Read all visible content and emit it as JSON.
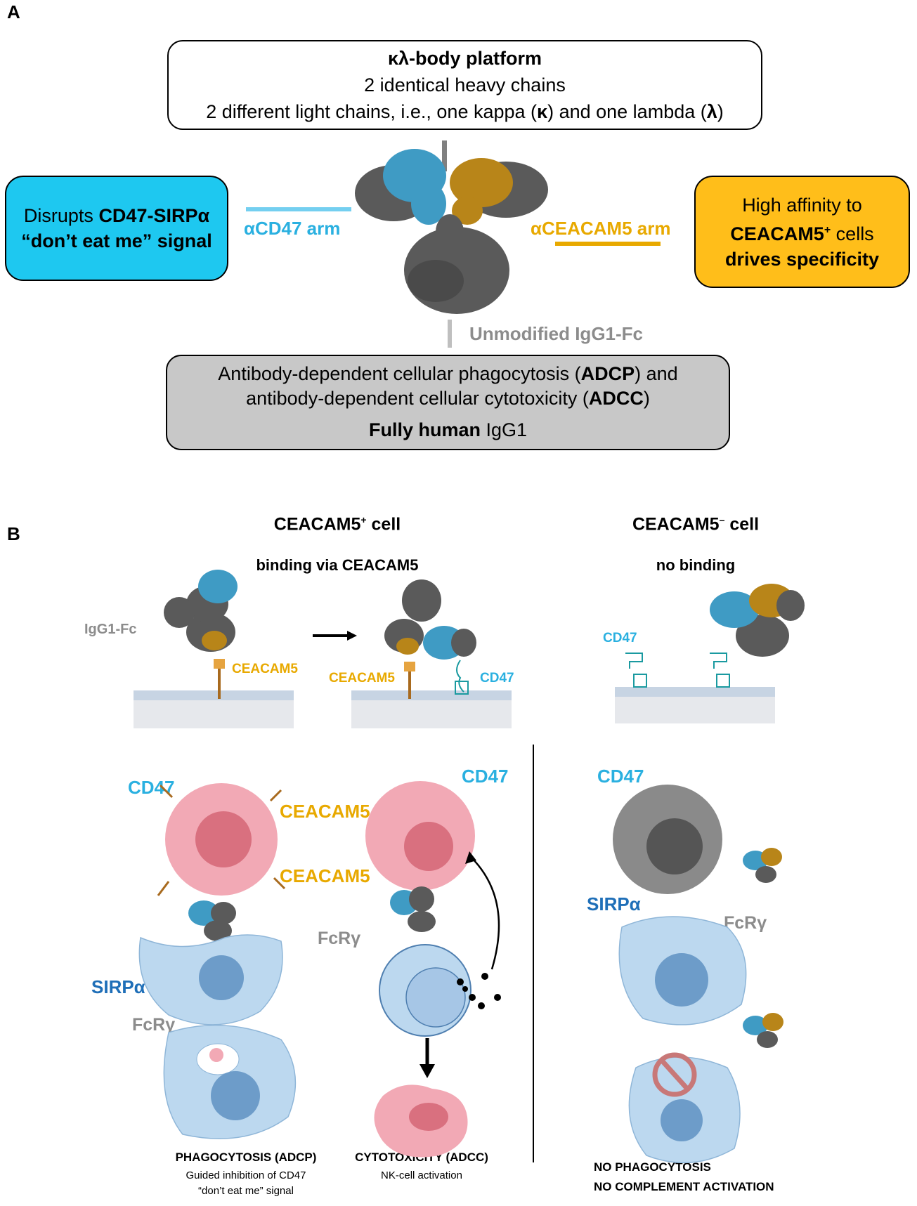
{
  "panel_a": {
    "letter": "A",
    "platform_box": {
      "title": "κλ-body platform",
      "line2": "2 identical heavy chains",
      "line3_pre": "2 different light chains, i.e., one kappa (",
      "kappa": "κ",
      "line3_mid": ") and one lambda (",
      "lambda": "λ",
      "line3_post": ")"
    },
    "left_box": {
      "line1_pre": "Disrupts ",
      "line1_bold": "CD47-SIRPα",
      "line2_bold": "“don’t eat me” signal",
      "color": "#1ec8f0"
    },
    "right_box": {
      "line1": "High affinity to",
      "line2_bold": "CEACAM5",
      "line2_sup": "+",
      "line2_post": " cells",
      "line3_bold": "drives specificity",
      "color": "#ffbe1a"
    },
    "arm_left_label": "αCD47 arm",
    "arm_right_label": "αCEACAM5 arm",
    "fc_label": "Unmodified IgG1-Fc",
    "bottom_box": {
      "line1_pre": "Antibody-dependent cellular phagocytosis (",
      "line1_bold": "ADCP",
      "line1_post": ") and",
      "line2_pre": "antibody-dependent cellular cytotoxicity (",
      "line2_bold": "ADCC",
      "line2_post": ")",
      "line3_bold": "Fully human",
      "line3_post": " IgG1",
      "color": "#c8c8c8"
    }
  },
  "panel_b": {
    "letter": "B",
    "col_left_title": "CEACAM5",
    "col_left_sup": "+",
    "col_left_title_post": " cell",
    "col_left_sub": "binding via CEACAM5",
    "col_right_title": "CEACAM5",
    "col_right_sup": "–",
    "col_right_title_post": " cell",
    "col_right_sub": "no binding",
    "labels": {
      "igg1_fc": "IgG1-Fc",
      "ceacam5": "CEACAM5",
      "cd47": "CD47",
      "sirpa": "SIRPα",
      "fcry": "FcRγ",
      "nk_cell": "NK-cell"
    },
    "footers": {
      "adcp_title": "PHAGOCYTOSIS (ADCP)",
      "adcp_sub1": "Guided inhibition of CD47",
      "adcp_sub2": "“don’t eat me” signal",
      "adcc_title": "CYTOTOXICITY (ADCC)",
      "adcc_sub": "NK-cell activation",
      "neg_title1": "NO PHAGOCYTOSIS",
      "neg_title2": "NO COMPLEMENT ACTIVATION"
    }
  },
  "colors": {
    "cd47_blue": "#2ab0e0",
    "ceacam_gold": "#e8a900",
    "sirp_blue": "#1f6fb8",
    "antibody_grey": "#5a5a5a",
    "tumor_pink": "#f2a9b5",
    "macrophage_blue": "#bcd8ef"
  }
}
